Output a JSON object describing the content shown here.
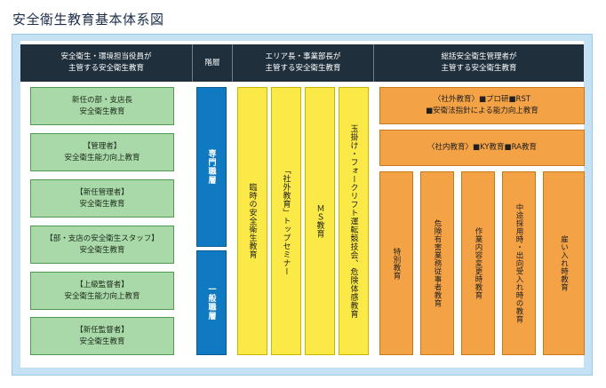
{
  "title": "安全衛生教育基本体系図",
  "header": {
    "col1": [
      "安全衛生・環境担当役員が",
      "主管する安全衛生教育"
    ],
    "col2": "階層",
    "col3": [
      "エリア長・事業部長が",
      "主管する安全衛生教育"
    ],
    "col4": [
      "総括安全衛生管理者が",
      "主管する安全衛生教育"
    ]
  },
  "green_boxes": [
    [
      "新任の部・支店長",
      "安全衛生教育"
    ],
    [
      "【管理者】",
      "安全衛生能力向上教育"
    ],
    [
      "【新任管理者】",
      "安全衛生教育"
    ],
    [
      "【部・支店の安全衛生スタッフ】",
      "安全衛生教育"
    ],
    [
      "【上級監督者】",
      "安全衛生能力向上教育"
    ],
    [
      "【新任監督者】",
      "安全衛生教育"
    ]
  ],
  "levels": {
    "professional": "専門職層",
    "general": "一般職層"
  },
  "yellow_boxes": [
    "臨時の安全衛生教育",
    "「社外教育」トップセミナー",
    "ＭＳ教育",
    "玉掛け・フォークリフト運転競技会、危険体感教育"
  ],
  "orange_wide": {
    "external": [
      "〈社外教育〉■プロ研■RST",
      "■安衛法指針による能力向上教育"
    ],
    "internal": "〈社内教育〉■KY教育■RA教育"
  },
  "orange_vertical": [
    "特別教育",
    "危険有害業務従事者教育",
    "作業内容変更時教育",
    "中途採用時・出向受入れ時の教育",
    "雇い入れ時教育"
  ],
  "colors": {
    "header_bg": "#1f2f3c",
    "frame": "#c5e2f4",
    "green": "#a9d8a9",
    "blue": "#0f7ac1",
    "yellow": "#fae946",
    "orange": "#f4a246"
  }
}
